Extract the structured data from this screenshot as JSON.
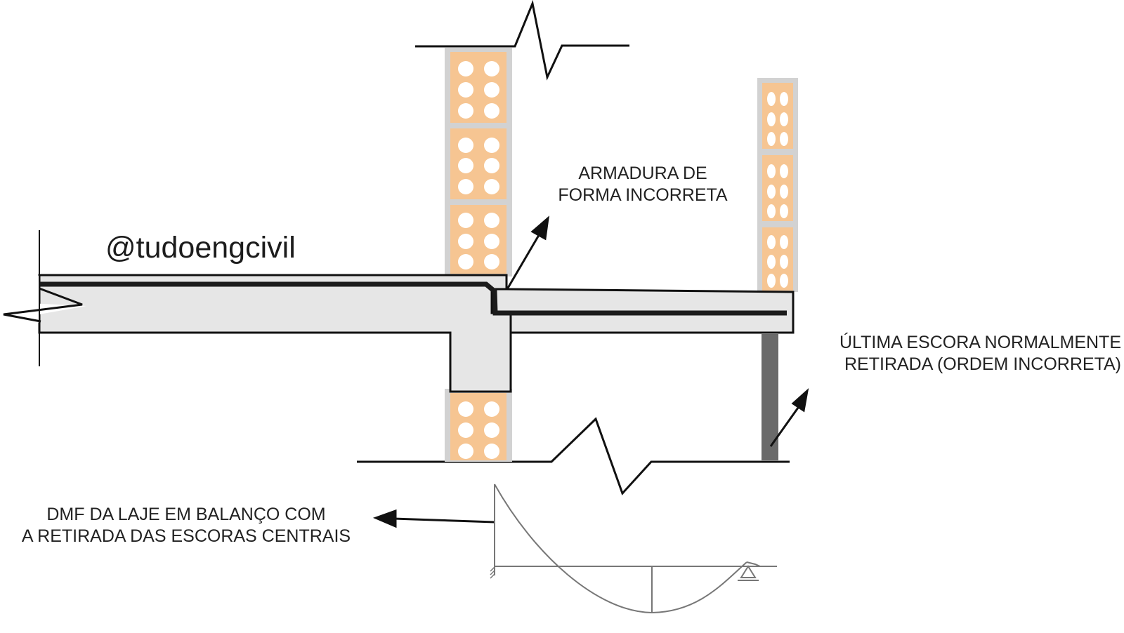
{
  "watermark": "@tudoengcivil",
  "labels": {
    "reinforcement": [
      "ARMADURA DE",
      "FORMA INCORRETA"
    ],
    "last_shore": [
      "ÚLTIMA ESCORA NORMALMENTE",
      "RETIRADA (ORDEM INCORRETA)"
    ],
    "moment_diagram": [
      "DMF DA LAJE EM BALANÇO COM",
      "A RETIRADA DAS ESCORAS CENTRAIS"
    ]
  },
  "colors": {
    "brick": "#f6c592",
    "mortar": "#d2d2d2",
    "concrete": "#e6e6e6",
    "steel": "#1b1b1b",
    "shore": "#6a6a6a",
    "outline": "#111111",
    "diagram": "#777777"
  }
}
